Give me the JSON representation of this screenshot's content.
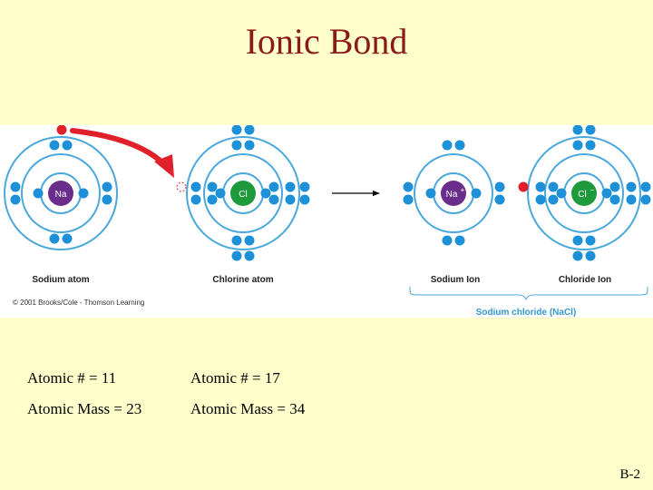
{
  "slide": {
    "title": "Ionic Bond",
    "code": "B-2"
  },
  "figure": {
    "atoms": [
      {
        "symbol": "Na",
        "caption": "Sodium atom"
      },
      {
        "symbol": "Cl",
        "caption": "Chlorine atom"
      }
    ],
    "ions": [
      {
        "symbol": "Na",
        "charge": "+",
        "caption": "Sodium Ion"
      },
      {
        "symbol": "Cl",
        "charge": "−",
        "caption": "Chloride Ion"
      }
    ],
    "compound_label": "Sodium chloride (NaCl)",
    "copyright": "© 2001 Brooks/Cole - Thomson Learning",
    "colors": {
      "electron": "#1e90d8",
      "transferred_electron": "#e0202a",
      "sodium_nucleus": "#6a2d8c",
      "chlorine_nucleus": "#1e9a3c",
      "shell": "#4aa8dc",
      "arrow": "#e0202a",
      "compound_label": "#3399cc"
    }
  },
  "properties": [
    {
      "atomic_number": "Atomic # = 11",
      "atomic_mass": "Atomic Mass = 23"
    },
    {
      "atomic_number": "Atomic # = 17",
      "atomic_mass": "Atomic Mass = 34"
    }
  ]
}
